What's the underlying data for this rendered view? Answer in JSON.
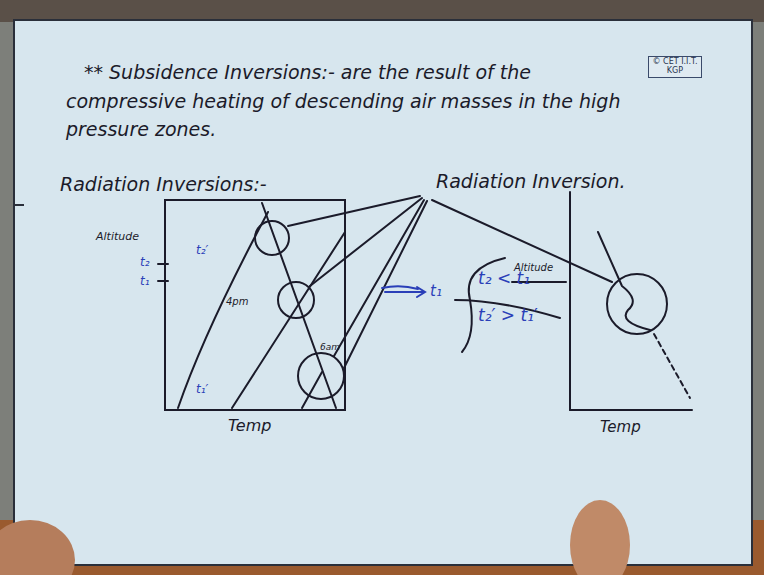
{
  "diagram": {
    "nodes": [
      {
        "text": [
          "© CET I.I.T. KGP"
        ]
      }
    ],
    "labels": [
      "** Subsidence Inversions:- are the result of the compressive heating of descending air masses in the high pressure zones.",
      "Radiation Inversions:-",
      "Radiation Inversion.",
      "Altitude",
      "t₂",
      "t₁",
      "t₂′",
      "t₁′",
      "4pm",
      "6am",
      "Temp",
      "t₁",
      "t₂ < t₁",
      "t₂′ > t₁′",
      "Altitude",
      "Temp"
    ]
  }
}
